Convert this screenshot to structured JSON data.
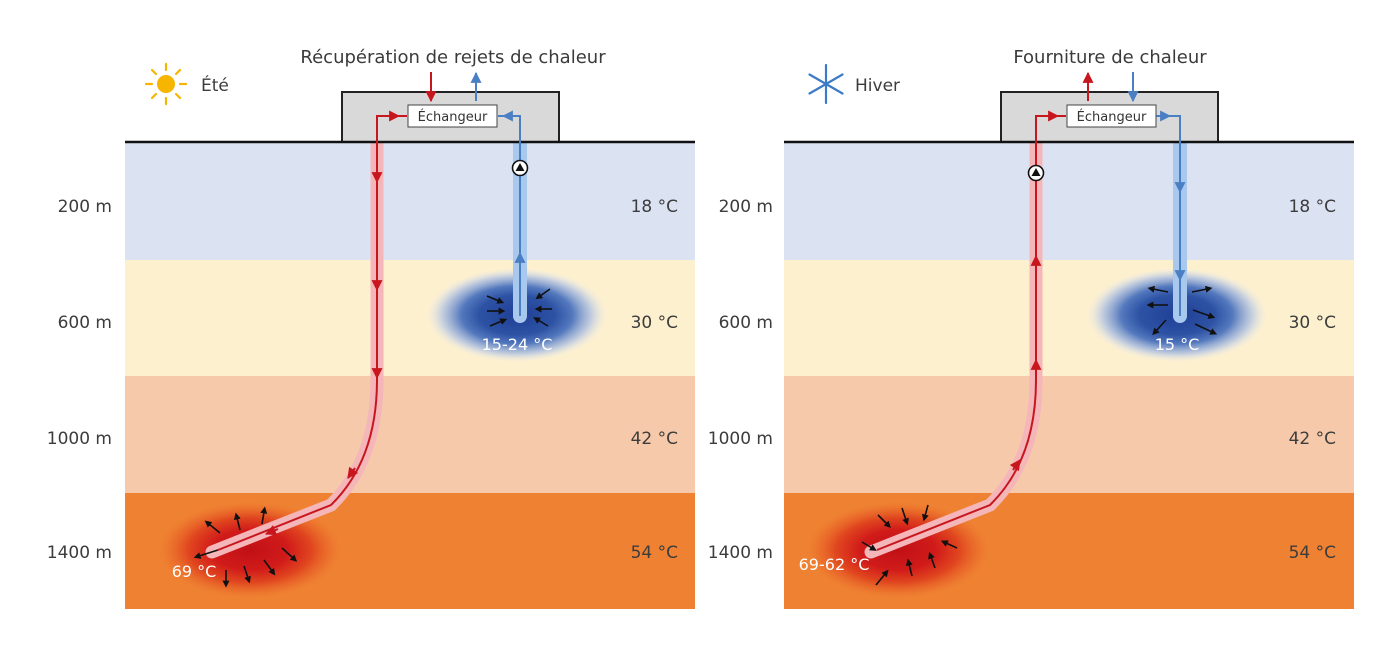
{
  "colors": {
    "layer_1": "#dbe3f3",
    "layer_2": "#fdf0cf",
    "layer_3": "#f6c9ab",
    "layer_4": "#ef8232",
    "hot_line": "#c8161e",
    "cold_line": "#4a7fc4",
    "hot_pipe": "#f4b6b8",
    "cold_pipe": "#a9c8ee",
    "building": "#d9d9d9",
    "sun": "#f7b500",
    "snow": "#3b7ac5"
  },
  "depth_labels": [
    "200 m",
    "600 m",
    "1000 m",
    "1400 m"
  ],
  "layer_temperatures": [
    "18 °C",
    "30 °C",
    "42 °C",
    "54 °C"
  ],
  "summer": {
    "season_icon": "sun-icon",
    "season_label": "Été",
    "title": "Récupération de rejets de chaleur",
    "exchanger_label": "Échangeur",
    "cold_zone_temp": "15-24 °C",
    "hot_zone_temp": "69 °C"
  },
  "winter": {
    "season_icon": "snowflake-icon",
    "season_label": "Hiver",
    "title": "Fourniture de chaleur",
    "exchanger_label": "Échangeur",
    "cold_zone_temp": "15 °C",
    "hot_zone_temp": "69-62 °C"
  }
}
